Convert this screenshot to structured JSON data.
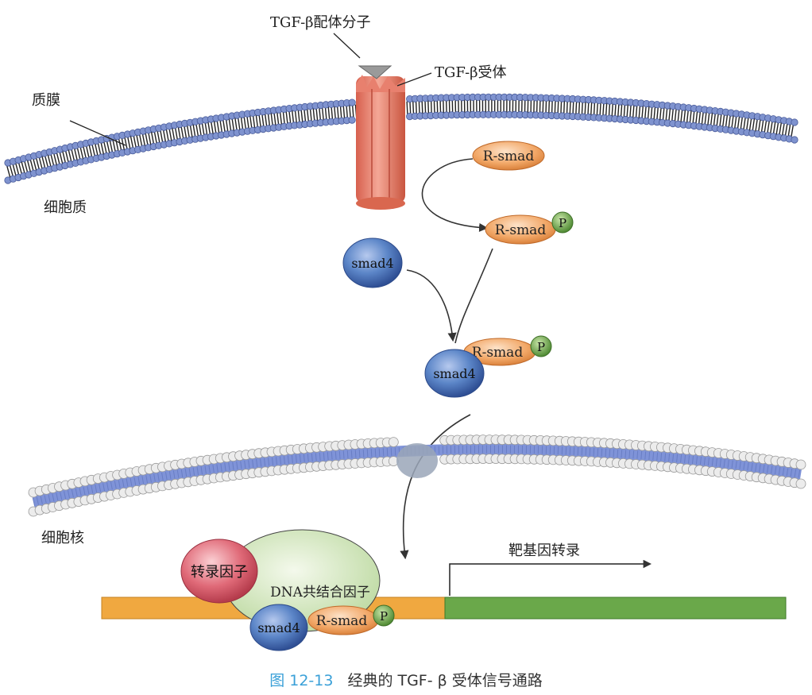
{
  "labels": {
    "ligand": "TGF-β配体分子",
    "receptor": "TGF-β受体",
    "plasma_membrane": "质膜",
    "cytoplasm": "细胞质",
    "nucleus": "细胞核",
    "target_transcription": "靶基因转录"
  },
  "molecules": {
    "rsmad": "R-smad",
    "smad4": "smad4",
    "phosphate": "P",
    "transcription_factor": "转录因子",
    "dna_cofactor": "DNA共结合因子"
  },
  "caption": {
    "figure_number": "图 12-13",
    "text": "经典的 TGF- β 受体信号通路"
  },
  "colors": {
    "receptor": "#e8806e",
    "rsmad": "#f2a868",
    "smad4": "#5c86c8",
    "phosphate": "#6aa84a",
    "transcription_factor": "#e06a78",
    "dna_cofactor": "#cfe4b6",
    "dna_promoter": "#f0a840",
    "dna_gene": "#6aa84a",
    "membrane_head": "#7f93cf",
    "nuclear_envelope": "#7f93d8"
  }
}
